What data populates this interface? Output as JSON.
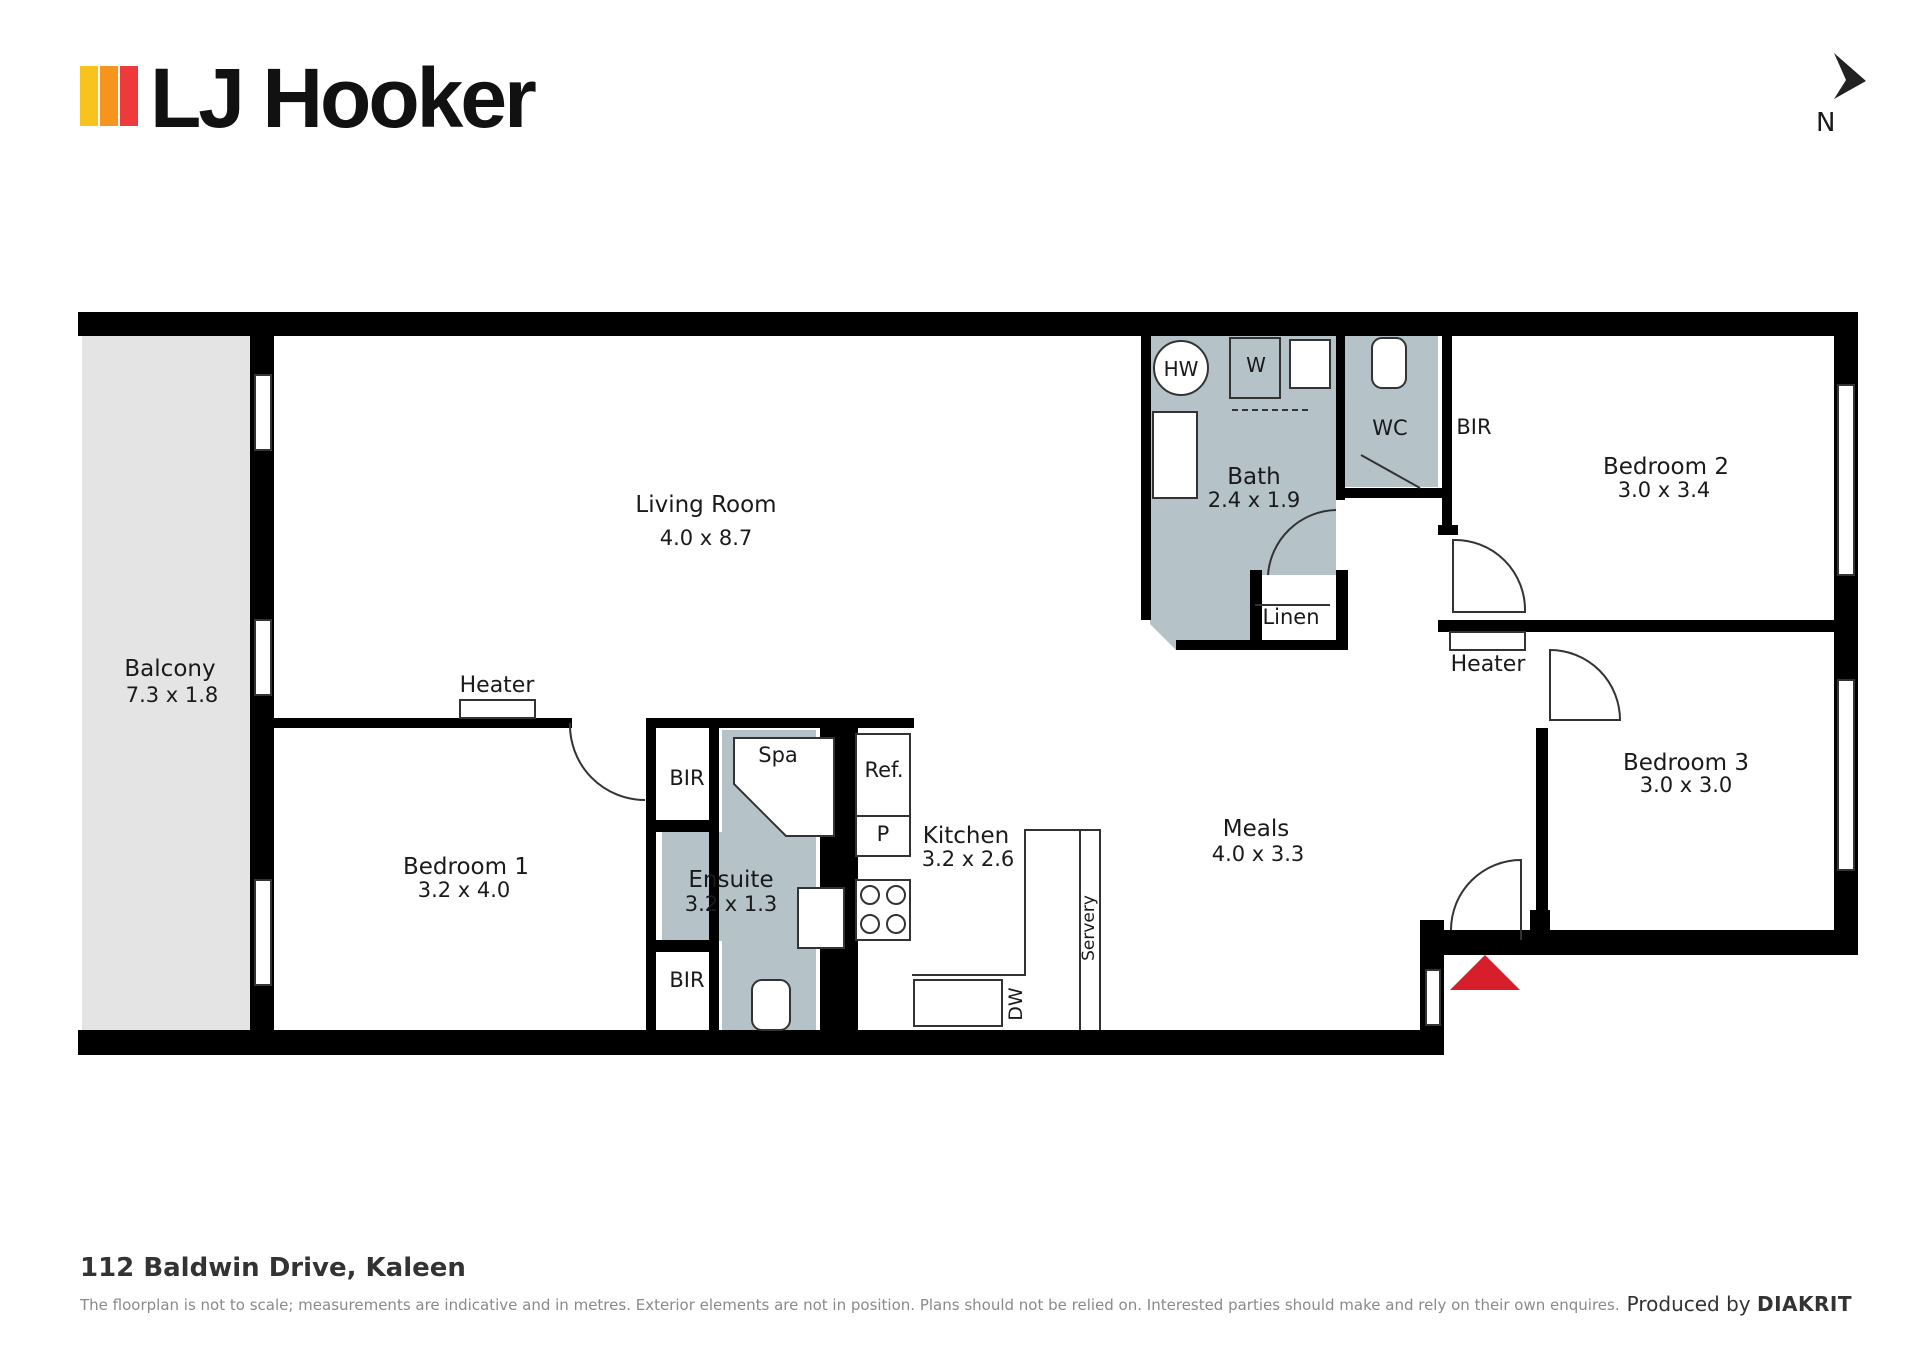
{
  "brand": {
    "name": "LJ Hooker",
    "stripe_colors": [
      "#f9c31f",
      "#f7941d",
      "#ed3b3b"
    ]
  },
  "compass": {
    "label": "N"
  },
  "rooms": {
    "balcony": {
      "name": "Balcony",
      "size": "7.3 x 1.8"
    },
    "living": {
      "name": "Living Room",
      "size": "4.0 x 8.7"
    },
    "bedroom1": {
      "name": "Bedroom 1",
      "size": "3.2 x 4.0"
    },
    "ensuite": {
      "name": "Ensuite",
      "size": "3.2 x 1.3"
    },
    "kitchen": {
      "name": "Kitchen",
      "size": "3.2 x 2.6"
    },
    "meals": {
      "name": "Meals",
      "size": "4.0 x 3.3"
    },
    "bath": {
      "name": "Bath",
      "size": "2.4 x 1.9"
    },
    "bedroom2": {
      "name": "Bedroom 2",
      "size": "3.0 x 3.4"
    },
    "bedroom3": {
      "name": "Bedroom 3",
      "size": "3.0 x 3.0"
    }
  },
  "fixtures": {
    "heater_living": "Heater",
    "heater_hall": "Heater",
    "hw": "HW",
    "w": "W",
    "wc": "WC",
    "bir_bed2": "BIR",
    "bir_bed1_top": "BIR",
    "bir_bed1_bottom": "BIR",
    "linen": "Linen",
    "spa": "Spa",
    "ref": "Ref.",
    "pantry": "P",
    "dw": "DW",
    "servery": "Servery"
  },
  "colors": {
    "wall": "#000000",
    "wet_area": "#b5c3c9",
    "balcony": "#e4e4e4",
    "entry_marker": "#d71f2b"
  },
  "footer": {
    "address": "112 Baldwin Drive, Kaleen",
    "disclaimer": "The floorplan is not to scale; measurements are indicative and in metres. Exterior elements are not in position. Plans should not be relied on. Interested parties should make and rely on their own enquires.",
    "produced_by": "Produced by",
    "producer": "DIAKRIT"
  }
}
